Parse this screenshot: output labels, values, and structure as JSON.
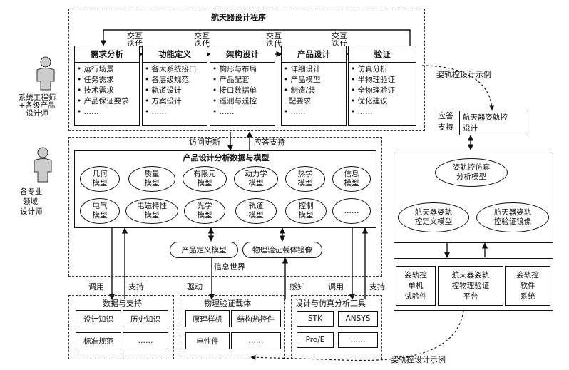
{
  "top_frame": {
    "title": "航天器设计程序",
    "stages": [
      {
        "name": "需求分析",
        "items": [
          "• 运行场景",
          "• 任务需求",
          "• 技术需求",
          "• 产品保证要求",
          "• ……"
        ]
      },
      {
        "name": "功能定义",
        "items": [
          "• 各大系统接口",
          "• 各层级规范",
          "• 轨道设计",
          "• 方案设计",
          "• ……"
        ]
      },
      {
        "name": "架构设计",
        "items": [
          "• 构形与布局",
          "• 产品配套",
          "• 接口数据单",
          "• 遥测与遥控",
          "• ……"
        ]
      },
      {
        "name": "产品设计",
        "items": [
          "• 详细设计",
          "• 产品模型",
          "• 制造/装",
          "  配要求",
          "• ……"
        ]
      },
      {
        "name": "验证",
        "items": [
          "• 仿真分析",
          "• 半物理验证",
          "• 全物理验证",
          "• 优化建议",
          "• ……"
        ]
      }
    ],
    "iteration_label": [
      "交互",
      "迭代"
    ]
  },
  "roles": {
    "system_engineer": [
      "系统工程师",
      "+各级产品",
      "设计师"
    ],
    "specialist": [
      "各专业",
      "领域",
      "设计师"
    ]
  },
  "links": {
    "access_update": "访问更新",
    "response_support": "应答支持",
    "call": "调用",
    "support": "支持",
    "drive": "驱动",
    "perceive": "感知"
  },
  "info_world": {
    "label": "信息世界",
    "data_title": "产品设计分析数据与模型",
    "models": [
      [
        "几何",
        "模型"
      ],
      [
        "质量",
        "模型"
      ],
      [
        "有限元",
        "模型"
      ],
      [
        "动力学",
        "模型"
      ],
      [
        "热学",
        "模型"
      ],
      [
        "信息",
        "模型"
      ],
      [
        "电气",
        "模型"
      ],
      [
        "电磁特性",
        "模型"
      ],
      [
        "光学",
        "模型"
      ],
      [
        "轨道",
        "模型"
      ],
      [
        "控制",
        "模型"
      ],
      [
        "……"
      ]
    ],
    "product_def_model": "产品定义模型",
    "physical_mirror": "物理验证载体镜像"
  },
  "bottom": {
    "data_support": {
      "title": "数据与支持",
      "cells": [
        "设计知识",
        "历史知识",
        "标准规范",
        "……"
      ]
    },
    "physical_carrier": {
      "title": "物理验证载体",
      "cells": [
        "原理样机",
        "结构热控件",
        "电性件",
        "……"
      ]
    },
    "tools": {
      "title": "设计与仿真分析工具",
      "cells": [
        "STK",
        "ANSYS",
        "Pro/E",
        "……"
      ]
    }
  },
  "attitude": {
    "example_label": "姿轨控设计示例",
    "response_support": [
      "应答",
      "支持"
    ],
    "design_box": [
      "航天器姿轨控",
      "设计"
    ],
    "sim_model": [
      "姿轨控仿真",
      "分析模型"
    ],
    "def_model": [
      "航天器姿轨",
      "控定义模型"
    ],
    "mirror": [
      "航天器姿轨",
      "控验证镜像"
    ],
    "unit_test": [
      "姿轨控",
      "单机",
      "试验件"
    ],
    "platform": [
      "航天器姿轨",
      "控物理验证",
      "平台"
    ],
    "software": [
      "姿轨控",
      "软件",
      "系统"
    ]
  },
  "bottom_example_label": "姿轨控设计示例"
}
